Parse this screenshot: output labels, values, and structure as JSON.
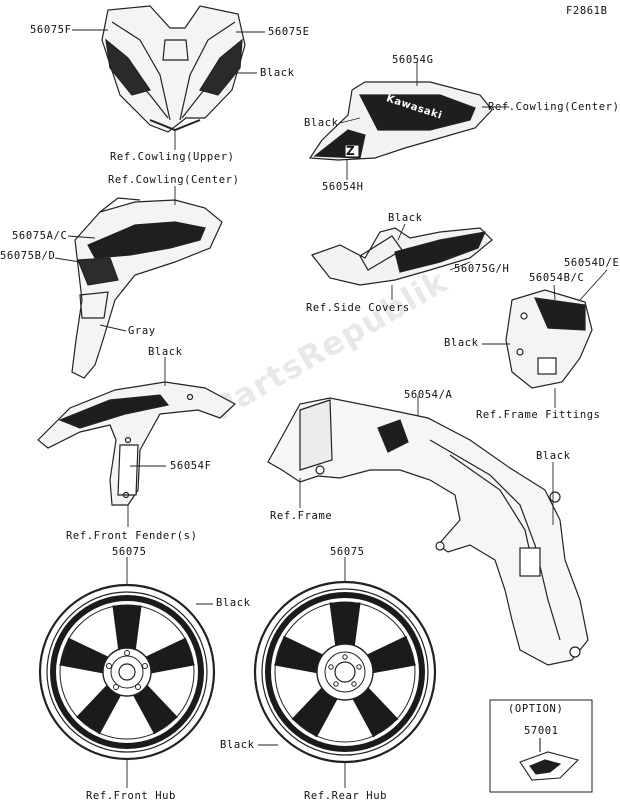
{
  "figure_code": "F2861B",
  "watermark": "PartsRepublik",
  "labels": {
    "p56075F": "56075F",
    "p56075E": "56075E",
    "black_upper": "Black",
    "ref_cowling_upper": "Ref.Cowling(Upper)",
    "p56054G": "56054G",
    "black_center": "Black",
    "ref_cowling_center_r": "Ref.Cowling(Center)",
    "p56054H": "56054H",
    "ref_cowling_center_l": "Ref.Cowling(Center)",
    "p56075AC": "56075A/C",
    "p56075BD": "56075B/D",
    "gray": "Gray",
    "black_side": "Black",
    "p56075GH": "56075G/H",
    "ref_side_covers": "Ref.Side Covers",
    "p56054DE": "56054D/E",
    "p56054BC": "56054B/C",
    "black_fittings": "Black",
    "ref_frame_fittings": "Ref.Frame Fittings",
    "black_fender": "Black",
    "p56054F": "56054F",
    "ref_front_fender": "Ref.Front Fender(s)",
    "p56054A": "56054/A",
    "black_frame": "Black",
    "ref_frame": "Ref.Frame",
    "p56075_front": "56075",
    "black_front_wheel": "Black",
    "ref_front_hub": "Ref.Front Hub",
    "p56075_rear": "56075",
    "black_rear_wheel": "Black",
    "ref_rear_hub": "Ref.Rear Hub",
    "option": "(OPTION)",
    "p57001": "57001"
  },
  "decal_text": {
    "brand": "Kawasaki",
    "z_mark": "Z"
  }
}
